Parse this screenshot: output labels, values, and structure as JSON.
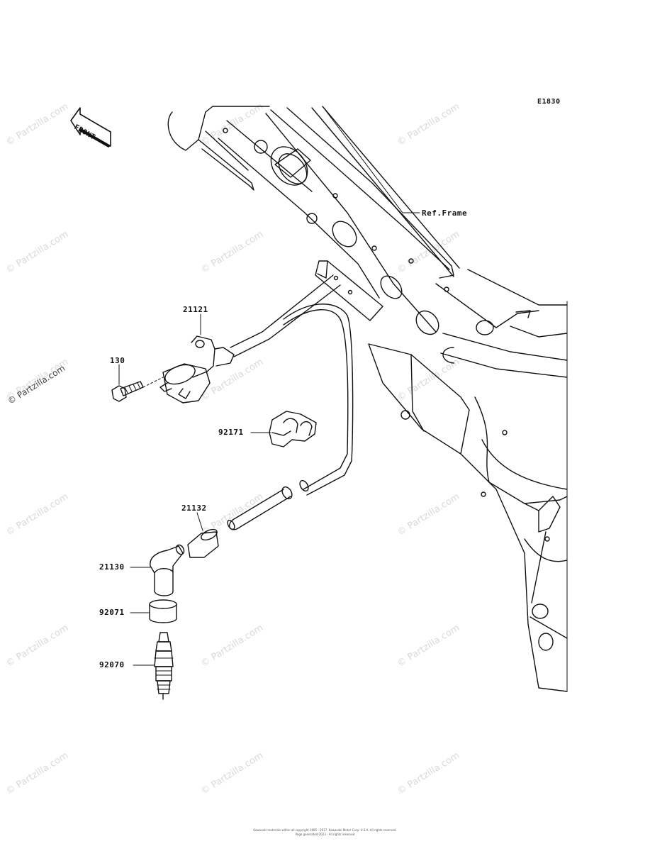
{
  "diagram": {
    "code": "E1830",
    "front_badge": "FRONT",
    "ref_label": "Ref.Frame",
    "callouts": {
      "p21121": "21121",
      "p130": "130",
      "p92171": "92171",
      "p21132": "21132",
      "p21130": "21130",
      "p92071": "92071",
      "p92070": "92070"
    }
  },
  "watermark": {
    "text": "© Partzilla.com"
  },
  "footer": {
    "line1": "Kawasaki materials within all copyright 1995 - 2017. Kawasaki Motor Corp. U.S.A. All rights reserved.",
    "line2": "Page generated 2023 - All rights reserved"
  }
}
